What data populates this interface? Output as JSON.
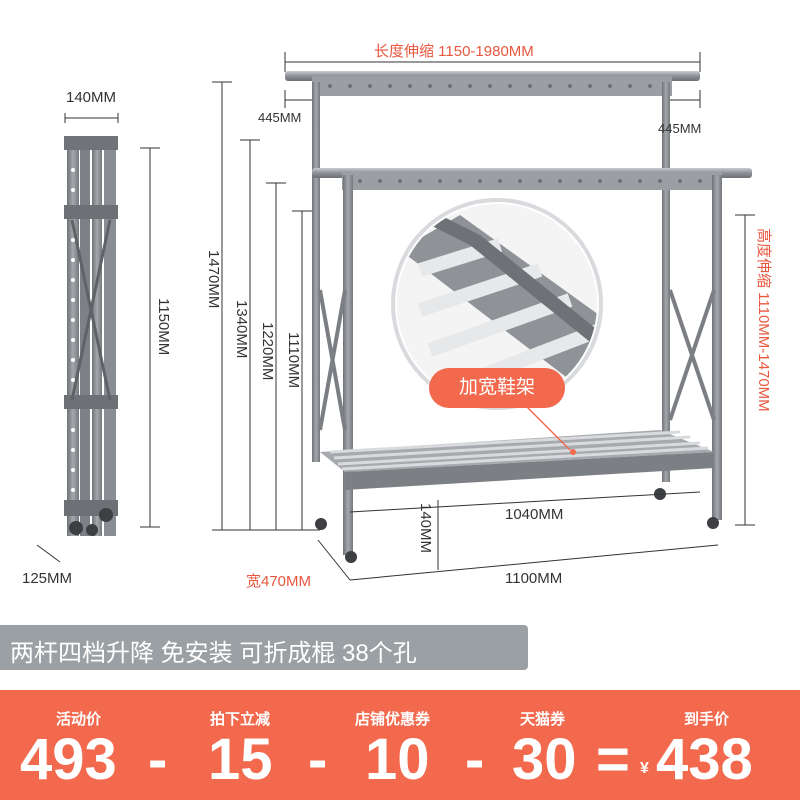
{
  "dimensions": {
    "folded_width": "140MM",
    "folded_depth": "125MM",
    "folded_height": "1150MM",
    "length_telescopic": "长度伸缩 1150-1980MM",
    "left_extension": "445MM",
    "right_extension": "445MM",
    "height_1470": "1470MM",
    "height_1340": "1340MM",
    "height_1220": "1220MM",
    "height_1110": "1110MM",
    "height_telescopic": "高度伸缩 1110MM-1470MM",
    "shoe_rack_height": "140MM",
    "inner_width": "1040MM",
    "outer_width": "1100MM",
    "depth": "宽470MM"
  },
  "callout": {
    "label": "加宽鞋架"
  },
  "banner": {
    "text": "两杆四档升降  免安装  可折成棍  38个孔"
  },
  "price": {
    "labels": [
      "活动价",
      "拍下立减",
      "店铺优惠券",
      "天猫券",
      "到手价"
    ],
    "values": [
      "493",
      "15",
      "10",
      "30",
      "438"
    ],
    "minus": "-",
    "equals": "=",
    "currency": "¥"
  },
  "colors": {
    "accent": "#f2694d",
    "frame": "#8f9296",
    "banner": "#9aa0a3"
  }
}
